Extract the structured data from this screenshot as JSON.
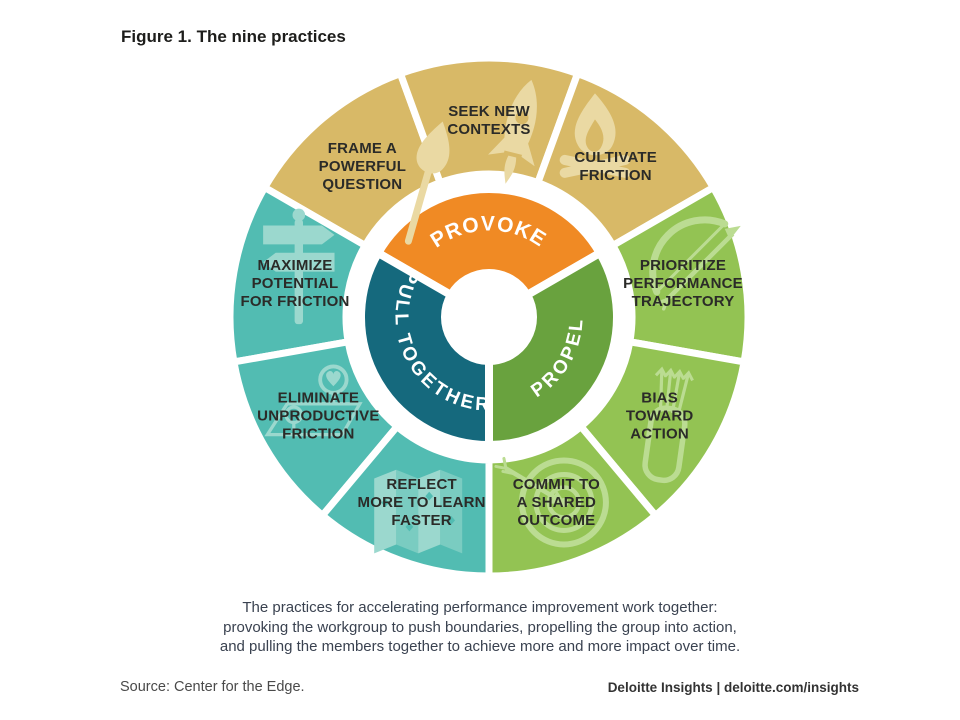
{
  "title": "Figure 1. The nine practices",
  "caption": {
    "lines": [
      "The practices for accelerating performance improvement work together:",
      "provoking the workgroup to push boundaries, propelling the group into action,",
      "and pulling the members together to achieve more and more impact over time."
    ]
  },
  "footer": {
    "source": "Source: Center for the Edge.",
    "brand": "Deloitte Insights | deloitte.com/insights"
  },
  "colors": {
    "provoke_hub": "#F08A24",
    "provoke_segments": "#D8B967",
    "provoke_icons": "#EAD9A3",
    "pull_hub": "#15697D",
    "pull_segments": "#52BCB2",
    "pull_icons": "#9BD8CE",
    "propel_hub": "#69A23E",
    "propel_segments": "#93C353",
    "propel_icons": "#BBDC92",
    "label_text": "#2b2b28",
    "hub_text": "#ffffff"
  },
  "wheel": {
    "groups": [
      {
        "name": "PROVOKE",
        "slug": "provoke",
        "hub_color": "#F08A24",
        "segment_color": "#D8B967",
        "icon_color": "#EAD9A3",
        "arc": [
          30,
          150
        ],
        "segments": [
          {
            "label": "FRAME A POWERFUL QUESTION",
            "lines": [
              "FRAME A",
              "POWERFUL",
              "QUESTION"
            ],
            "icon": "match-icon",
            "arc": [
              110,
              150
            ]
          },
          {
            "label": "SEEK NEW CONTEXTS",
            "lines": [
              "SEEK NEW",
              "CONTEXTS"
            ],
            "icon": "rocket-icon",
            "arc": [
              70,
              110
            ]
          },
          {
            "label": "CULTIVATE FRICTION",
            "lines": [
              "CULTIVATE",
              "FRICTION"
            ],
            "icon": "campfire-icon",
            "arc": [
              30,
              70
            ]
          }
        ]
      },
      {
        "name": "PROPEL",
        "slug": "propel",
        "hub_color": "#69A23E",
        "segment_color": "#93C353",
        "icon_color": "#BBDC92",
        "arc": [
          270,
          390
        ],
        "segments": [
          {
            "label": "PRIORITIZE PERFORMANCE TRAJECTORY",
            "lines": [
              "PRIORITIZE",
              "PERFORMANCE",
              "TRAJECTORY"
            ],
            "icon": "bow-arrow-icon",
            "arc": [
              350,
              390
            ]
          },
          {
            "label": "BIAS TOWARD ACTION",
            "lines": [
              "BIAS",
              "TOWARD",
              "ACTION"
            ],
            "icon": "quiver-icon",
            "arc": [
              310,
              350
            ]
          },
          {
            "label": "COMMIT TO A SHARED OUTCOME",
            "lines": [
              "COMMIT TO",
              "A SHARED",
              "OUTCOME"
            ],
            "icon": "target-icon",
            "arc": [
              270,
              310
            ]
          }
        ]
      },
      {
        "name": "PULL TOGETHER",
        "slug": "pull-together",
        "hub_color": "#15697D",
        "segment_color": "#52BCB2",
        "icon_color": "#9BD8CE",
        "arc": [
          150,
          270
        ],
        "segments": [
          {
            "label": "MAXIMIZE POTENTIAL FOR FRICTION",
            "lines": [
              "MAXIMIZE",
              "POTENTIAL",
              "FOR FRICTION"
            ],
            "icon": "signpost-icon",
            "arc": [
              150,
              190
            ]
          },
          {
            "label": "ELIMINATE UNPRODUCTIVE FRICTION",
            "lines": [
              "ELIMINATE",
              "UNPRODUCTIVE",
              "FRICTION"
            ],
            "icon": "map-pins-icon",
            "arc": [
              190,
              230
            ]
          },
          {
            "label": "REFLECT MORE TO LEARN FASTER",
            "lines": [
              "REFLECT",
              "MORE TO LEARN",
              "FASTER"
            ],
            "icon": "folded-map-icon",
            "arc": [
              230,
              270
            ]
          }
        ]
      }
    ]
  }
}
